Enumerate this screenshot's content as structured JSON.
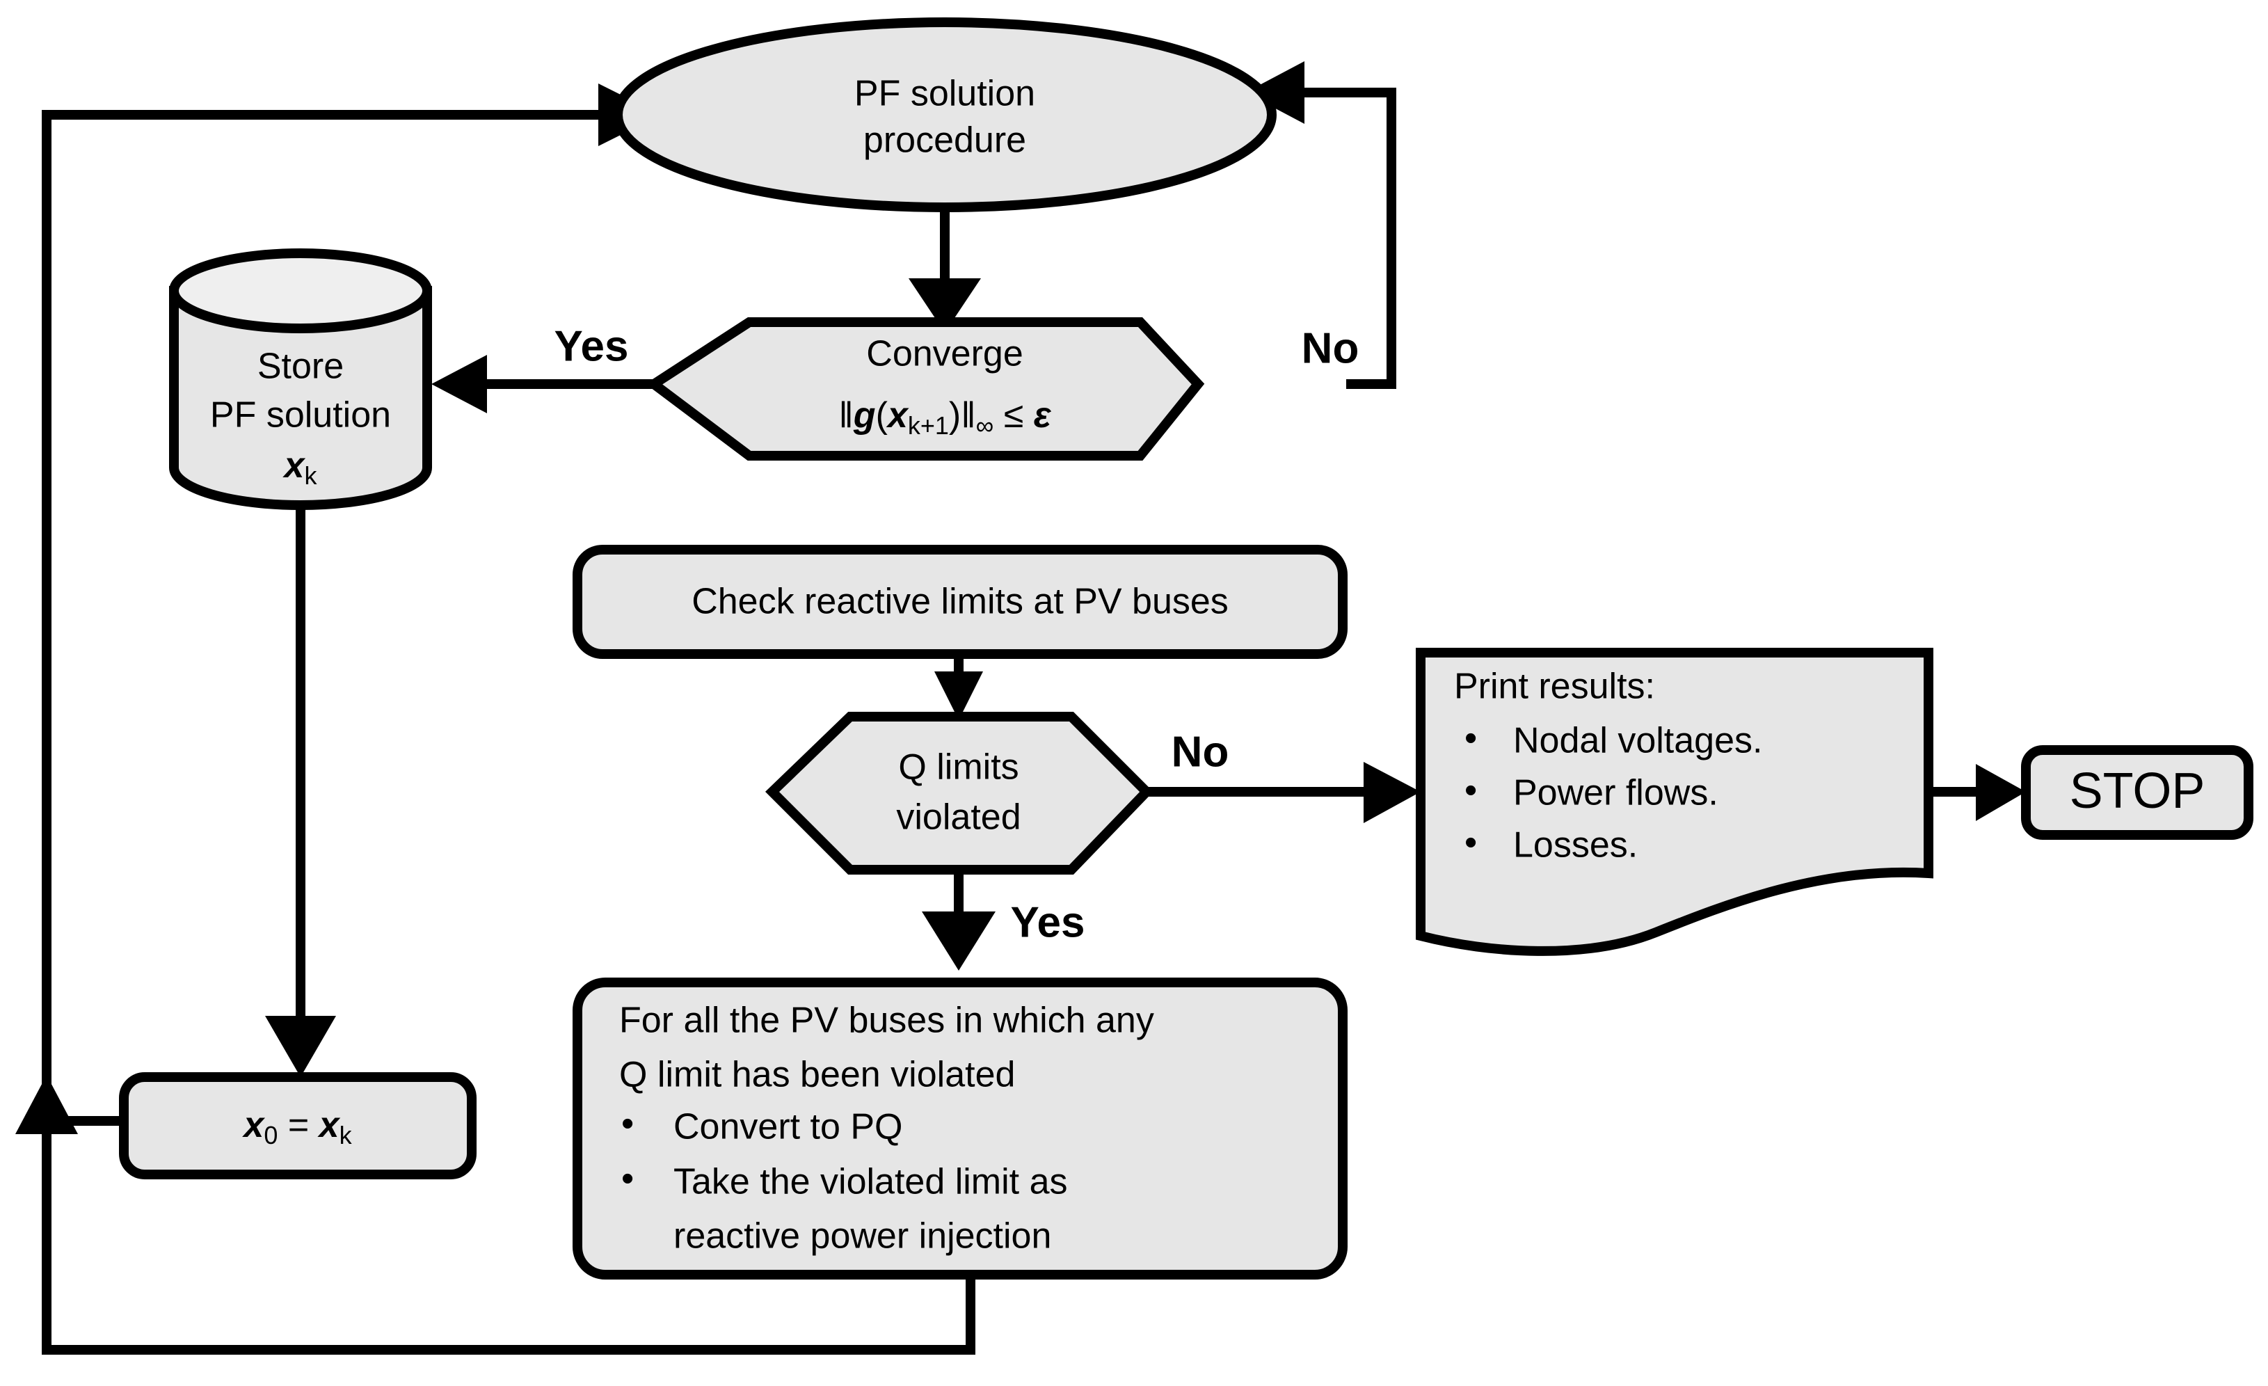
{
  "diagram": {
    "title": "Power flow solution procedure with reactive limit checking flowchart",
    "colors": {
      "shape_fill": "#e6e6e6",
      "cylinder_top_fill": "#efefef",
      "stroke": "#000000",
      "background": "#ffffff"
    }
  },
  "nodes": {
    "pf_procedure": {
      "shape": "ellipse",
      "line1": "PF solution",
      "line2": "procedure"
    },
    "converge": {
      "shape": "hexagon",
      "line1": "Converge",
      "formula": "‖g(xₖ₊₁)‖∞ ≤ ε",
      "formula_parts": {
        "norm_open": "‖",
        "g": "g",
        "paren_open": "(",
        "x": "x",
        "x_sub": "k+1",
        "paren_close": ")",
        "norm_close": "‖",
        "norm_sub": "∞",
        "relation": "≤",
        "epsilon": "ε"
      }
    },
    "store_pf": {
      "shape": "cylinder",
      "line1": "Store",
      "line2": "PF solution",
      "line3_var": "x",
      "line3_sub": "k"
    },
    "check_limits": {
      "shape": "rounded-rect",
      "label": "Check reactive limits at PV buses"
    },
    "q_limits": {
      "shape": "hexagon",
      "line1": "Q limits",
      "line2": "violated"
    },
    "print_results": {
      "shape": "document",
      "title": "Print results:",
      "bullets": [
        "Nodal voltages.",
        "Power flows.",
        "Losses."
      ]
    },
    "stop": {
      "shape": "rounded-rect",
      "label": "STOP"
    },
    "convert_pq": {
      "shape": "rounded-rect",
      "line1": "For all the PV buses in which any",
      "line2": "Q limit has been violated",
      "bullets": [
        "Convert to PQ",
        "Take the violated limit as",
        "reactive power injection"
      ]
    },
    "x0_assign": {
      "shape": "rounded-rect",
      "var_lhs": "x",
      "sub_lhs": "0",
      "equals": "=",
      "var_rhs": "x",
      "sub_rhs": "k"
    }
  },
  "edge_labels": {
    "converge_yes": "Yes",
    "converge_no": "No",
    "qlimits_no": "No",
    "qlimits_yes": "Yes"
  }
}
